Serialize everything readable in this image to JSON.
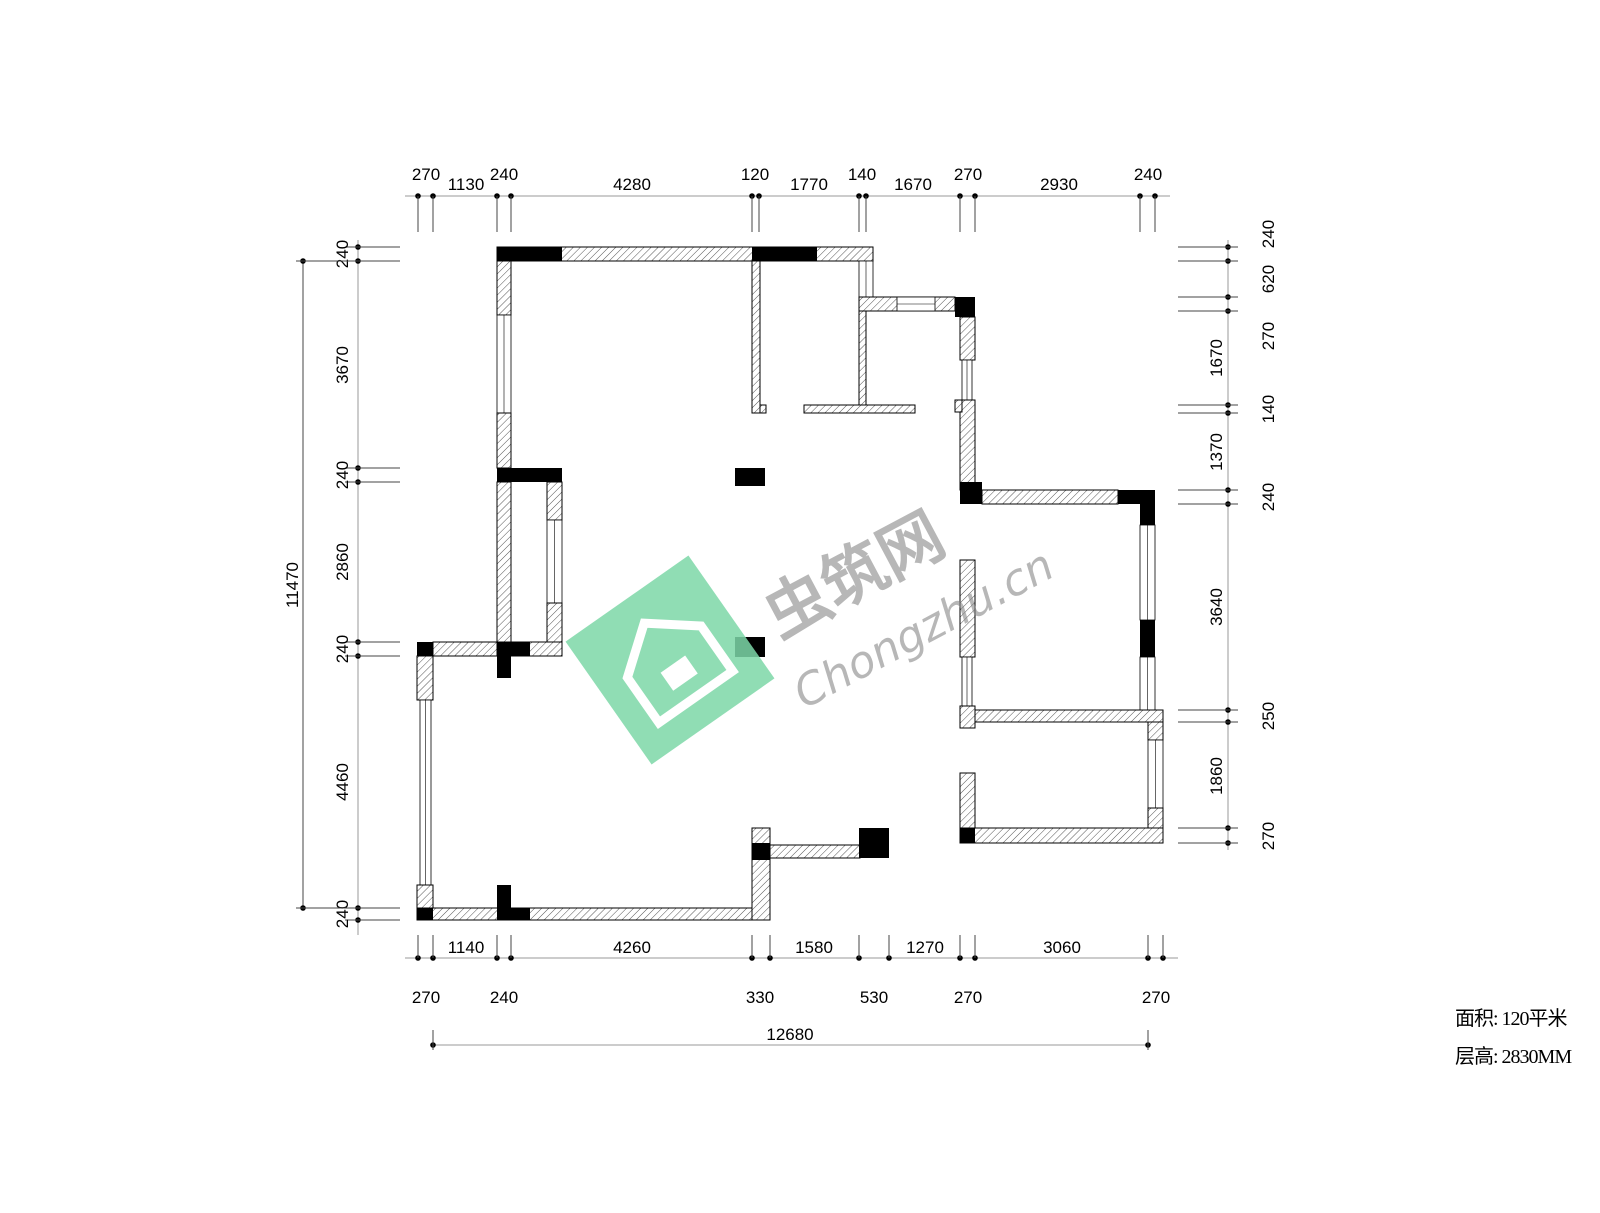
{
  "top_dims": {
    "upper": [
      "270",
      "240",
      "120",
      "140",
      "270",
      "240"
    ],
    "lower": [
      "1130",
      "4280",
      "1770",
      "1670",
      "2930"
    ]
  },
  "bottom_dims": {
    "upper": [
      "1140",
      "4260",
      "1580",
      "1270",
      "3060"
    ],
    "lower": [
      "270",
      "240",
      "330",
      "530",
      "270",
      "270"
    ],
    "total": "12680"
  },
  "left_dims": {
    "segments": [
      "240",
      "3670",
      "240",
      "2860",
      "240",
      "4460",
      "240"
    ],
    "total": "11470"
  },
  "right_dims": {
    "outer": [
      "240",
      "620",
      "270",
      "140",
      "240",
      "250",
      "270"
    ],
    "inner": [
      "1670",
      "1370",
      "3640",
      "1860"
    ]
  },
  "info": {
    "area": "面积: 120平米",
    "height": "层高: 2830MM"
  },
  "watermark": {
    "cn": "虫筑网",
    "en": "Chongzhu.cn",
    "color": "#7dd8a8"
  }
}
